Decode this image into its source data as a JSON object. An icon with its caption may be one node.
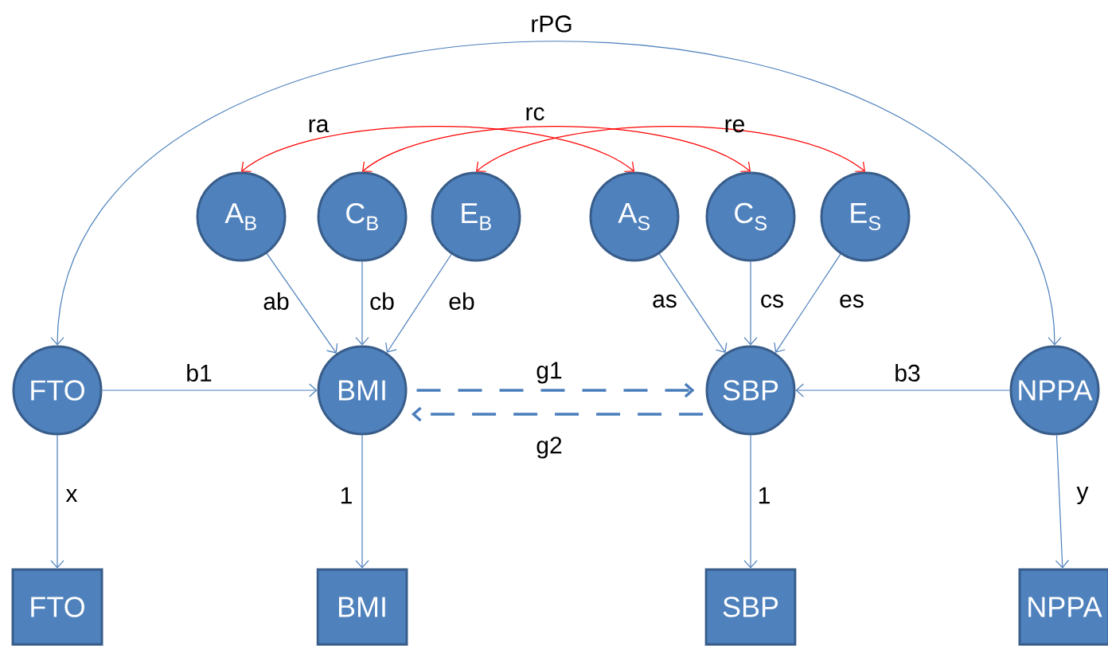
{
  "diagram": {
    "nodes": [
      {
        "text": [
          "A$_{B}$"
        ]
      },
      {
        "text": [
          "C$_{B}$"
        ]
      },
      {
        "text": [
          "E$_{B}$"
        ]
      },
      {
        "text": [
          "A$_{S}$"
        ]
      },
      {
        "text": [
          "C$_{S}$"
        ]
      },
      {
        "text": [
          "E$_{S}$"
        ]
      },
      {
        "text": [
          "FTO"
        ]
      },
      {
        "text": [
          "BMI"
        ]
      },
      {
        "text": [
          "SBP"
        ]
      },
      {
        "text": [
          "NPPA"
        ]
      },
      {
        "text": [
          "FTO"
        ]
      },
      {
        "text": [
          "BMI"
        ]
      },
      {
        "text": [
          "SBP"
        ]
      },
      {
        "text": [
          "NPPA"
        ]
      }
    ],
    "edges": [
      {
        "from": 6,
        "to": 9,
        "arrow": "both",
        "label": "rPG"
      },
      {
        "from": 0,
        "to": 3,
        "arrow": "both",
        "label": "ra",
        "color": "#ff0000"
      },
      {
        "from": 1,
        "to": 4,
        "arrow": "both",
        "label": "rc",
        "color": "#ff0000"
      },
      {
        "from": 2,
        "to": 5,
        "arrow": "both",
        "label": "re",
        "color": "#ff0000"
      },
      {
        "from": 0,
        "to": 7,
        "arrow": "to",
        "label": "ab"
      },
      {
        "from": 1,
        "to": 7,
        "arrow": "to",
        "label": "cb"
      },
      {
        "from": 2,
        "to": 7,
        "arrow": "to",
        "label": "eb"
      },
      {
        "from": 3,
        "to": 8,
        "arrow": "to",
        "label": "as"
      },
      {
        "from": 4,
        "to": 8,
        "arrow": "to",
        "label": "cs"
      },
      {
        "from": 5,
        "to": 8,
        "arrow": "to",
        "label": "es"
      },
      {
        "from": 6,
        "to": 7,
        "arrow": "to",
        "label": "b1"
      },
      {
        "from": 7,
        "to": 8,
        "arrow": "to",
        "label": "g1",
        "style": "dashed"
      },
      {
        "from": 8,
        "to": 7,
        "arrow": "to",
        "label": "g2",
        "style": "dashed"
      },
      {
        "from": 9,
        "to": 8,
        "arrow": "to",
        "label": "b3"
      },
      {
        "from": 6,
        "to": 10,
        "arrow": "to",
        "label": "x"
      },
      {
        "from": 7,
        "to": 11,
        "arrow": "to",
        "label": "1"
      },
      {
        "from": 8,
        "to": 12,
        "arrow": "to",
        "label": "1"
      },
      {
        "from": 9,
        "to": 13,
        "arrow": "to",
        "label": "y"
      }
    ]
  }
}
